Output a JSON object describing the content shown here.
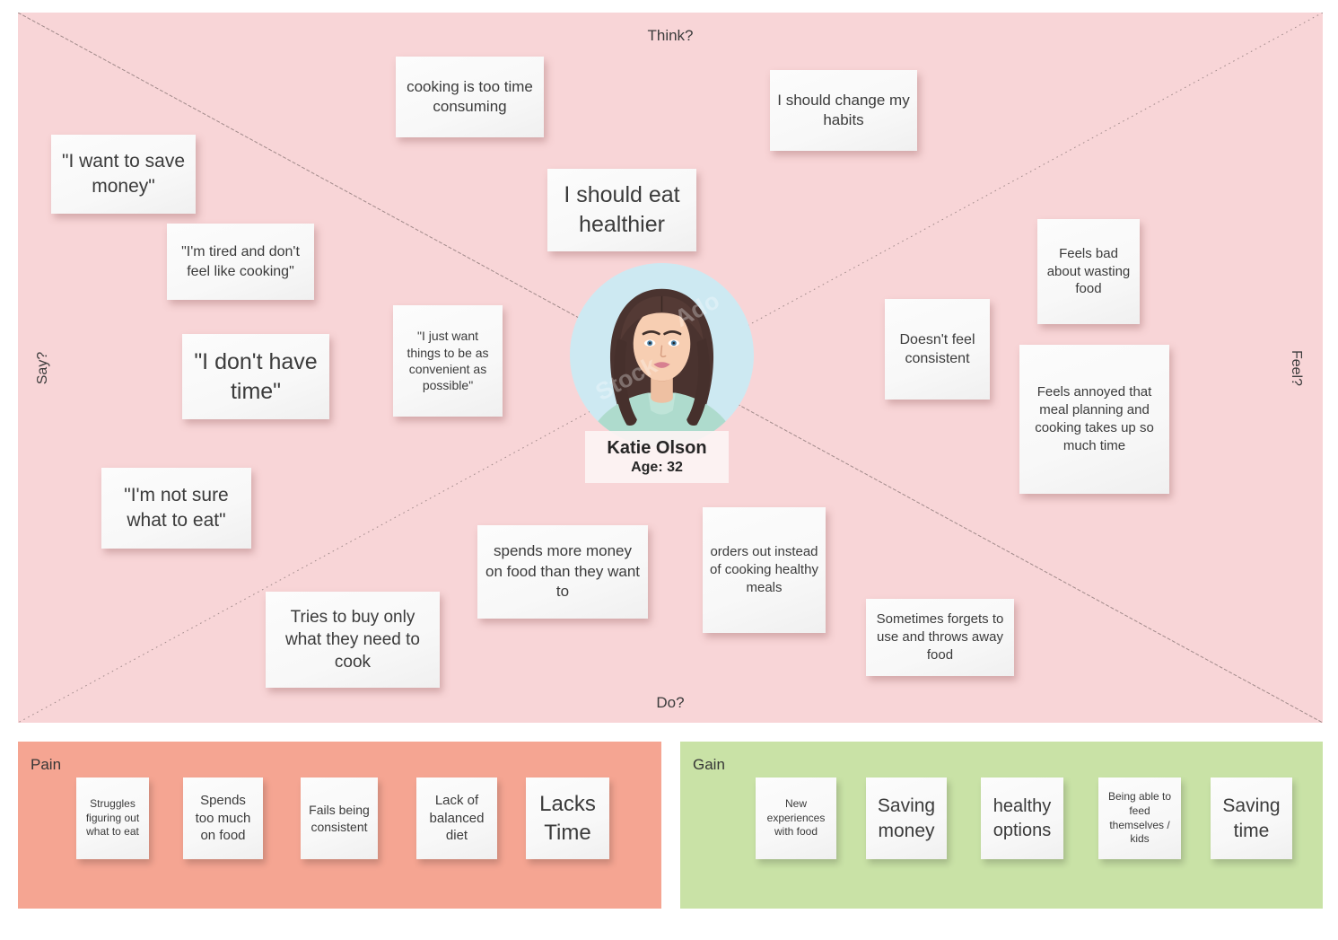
{
  "map": {
    "axis_labels": {
      "top": "Think?",
      "left": "Say?",
      "right": "Feel?",
      "bottom": "Do?"
    },
    "persona": {
      "name": "Katie Olson",
      "age": "Age: 32"
    },
    "quadrants": {
      "think": {
        "notes": [
          {
            "text": "cooking is too time consuming"
          },
          {
            "text": "I should change my habits"
          },
          {
            "text": "I should eat healthier"
          }
        ]
      },
      "say": {
        "notes": [
          {
            "text": "\"I want to save money\""
          },
          {
            "text": "\"I'm tired and don't feel like cooking\""
          },
          {
            "text": "\"I don't have time\""
          },
          {
            "text": "\"I just want things to be as convenient as possible\""
          },
          {
            "text": "\"I'm not sure what to eat\""
          }
        ]
      },
      "feel": {
        "notes": [
          {
            "text": "Feels bad about wasting food"
          },
          {
            "text": "Doesn't feel consistent"
          },
          {
            "text": "Feels annoyed that meal planning and cooking takes up so much time"
          }
        ]
      },
      "do": {
        "notes": [
          {
            "text": "spends more money on food than they want to"
          },
          {
            "text": "orders out instead of cooking healthy meals"
          },
          {
            "text": "Sometimes forgets to use and throws away food"
          },
          {
            "text": "Tries to buy only what they need to cook"
          }
        ]
      }
    }
  },
  "pain": {
    "label": "Pain",
    "notes": [
      {
        "text": "Struggles figuring out what to eat"
      },
      {
        "text": "Spends too much on food"
      },
      {
        "text": "Fails being consistent"
      },
      {
        "text": "Lack of balanced diet"
      },
      {
        "text": "Lacks Time"
      }
    ]
  },
  "gain": {
    "label": "Gain",
    "notes": [
      {
        "text": "New experiences with food"
      },
      {
        "text": "Saving money"
      },
      {
        "text": "healthy options"
      },
      {
        "text": "Being able to feed themselves / kids"
      },
      {
        "text": "Saving time"
      }
    ]
  },
  "colors": {
    "board_background": "#f8d5d7",
    "pain_background": "#f5a592",
    "gain_background": "#c9e2a6",
    "note_background": "#f8f8f8",
    "avatar_background": "#cde9f2",
    "text": "#3b3b3b"
  }
}
